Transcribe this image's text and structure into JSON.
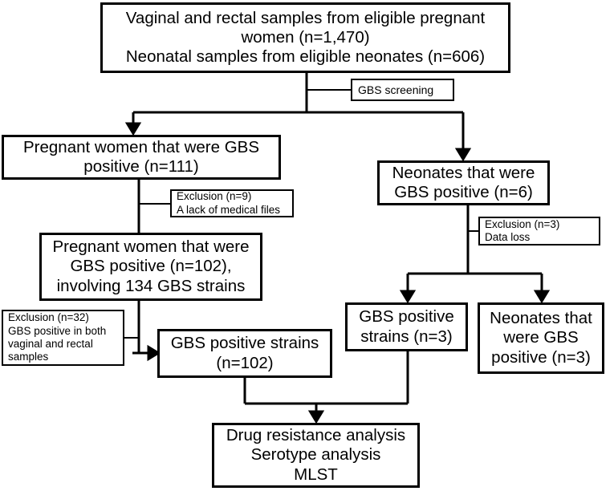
{
  "diagram": {
    "title": "GBS study flow diagram",
    "colors": {
      "stroke": "#000000",
      "background": "#ffffff",
      "text": "#000000"
    },
    "nodes": {
      "source": "Vaginal and rectal samples from eligible pregnant women (n=1,470)\nNeonatal samples from eligible neonates (n=606)",
      "screening": "GBS screening",
      "pregnant_positive_111": "Pregnant women that were GBS positive (n=111)",
      "exclusion_9": "Exclusion (n=9)\nA lack of medical files",
      "pregnant_positive_102": "Pregnant women that were\nGBS positive (n=102),\ninvolving 134 GBS strains",
      "exclusion_32": "Exclusion (n=32)\nGBS positive in both\nvaginal and rectal\nsamples",
      "gbs_strains_102": "GBS positive strains\n(n=102)",
      "neonates_positive_6": "Neonates that were\nGBS positive (n=6)",
      "exclusion_3": "Exclusion (n=3)\nData loss",
      "gbs_strains_3": "GBS positive\nstrains (n=3)",
      "neonates_positive_3": "Neonates that\nwere GBS\npositive (n=3)",
      "analysis": "Drug resistance analysis\nSerotype analysis\nMLST"
    },
    "edges": [
      {
        "from": "source",
        "to": "screening",
        "type": "plain-line"
      },
      {
        "from": "source",
        "to": "pregnant_positive_111",
        "type": "arrow"
      },
      {
        "from": "source",
        "to": "neonates_positive_6",
        "type": "arrow"
      },
      {
        "from": "pregnant_positive_111",
        "to": "exclusion_9",
        "type": "plain-line"
      },
      {
        "from": "pregnant_positive_111",
        "to": "pregnant_positive_102",
        "type": "plain-line"
      },
      {
        "from": "pregnant_positive_102",
        "to": "gbs_strains_102",
        "type": "plain-line"
      },
      {
        "from": "exclusion_32",
        "to": "gbs_strains_102",
        "type": "arrow"
      },
      {
        "from": "neonates_positive_6",
        "to": "exclusion_3",
        "type": "plain-line"
      },
      {
        "from": "neonates_positive_6",
        "to": "gbs_strains_3",
        "type": "arrow"
      },
      {
        "from": "neonates_positive_6",
        "to": "neonates_positive_3",
        "type": "arrow"
      },
      {
        "from": "gbs_strains_102",
        "to": "analysis",
        "type": "arrow"
      },
      {
        "from": "gbs_strains_3",
        "to": "analysis",
        "type": "arrow"
      }
    ]
  }
}
